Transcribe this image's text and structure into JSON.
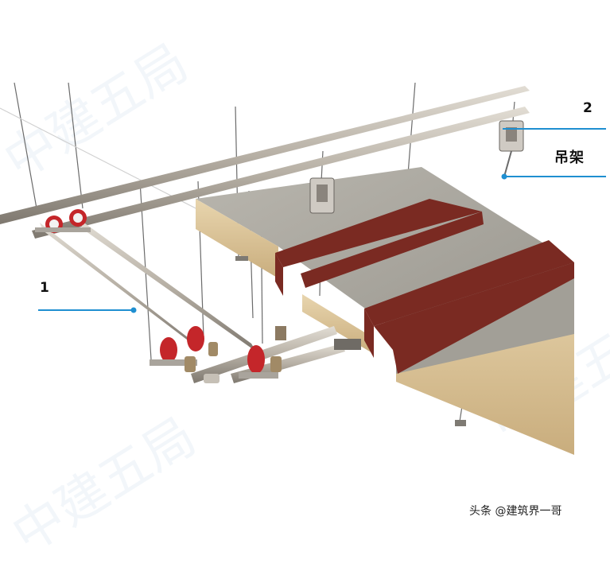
{
  "callouts": {
    "label_1": "1",
    "label_2": "2",
    "label_hanger": "吊架"
  },
  "credit": "头条 @建筑界一哥",
  "watermark": "中建五局",
  "colors": {
    "callout_line": "#1f8fd1",
    "panel_face": "#aaa79f",
    "panel_edge": "#d8c29a",
    "cover_strip": "#7a2a22",
    "pipe": "#b9b3a8",
    "pipe_shoe": "#c4262a"
  }
}
